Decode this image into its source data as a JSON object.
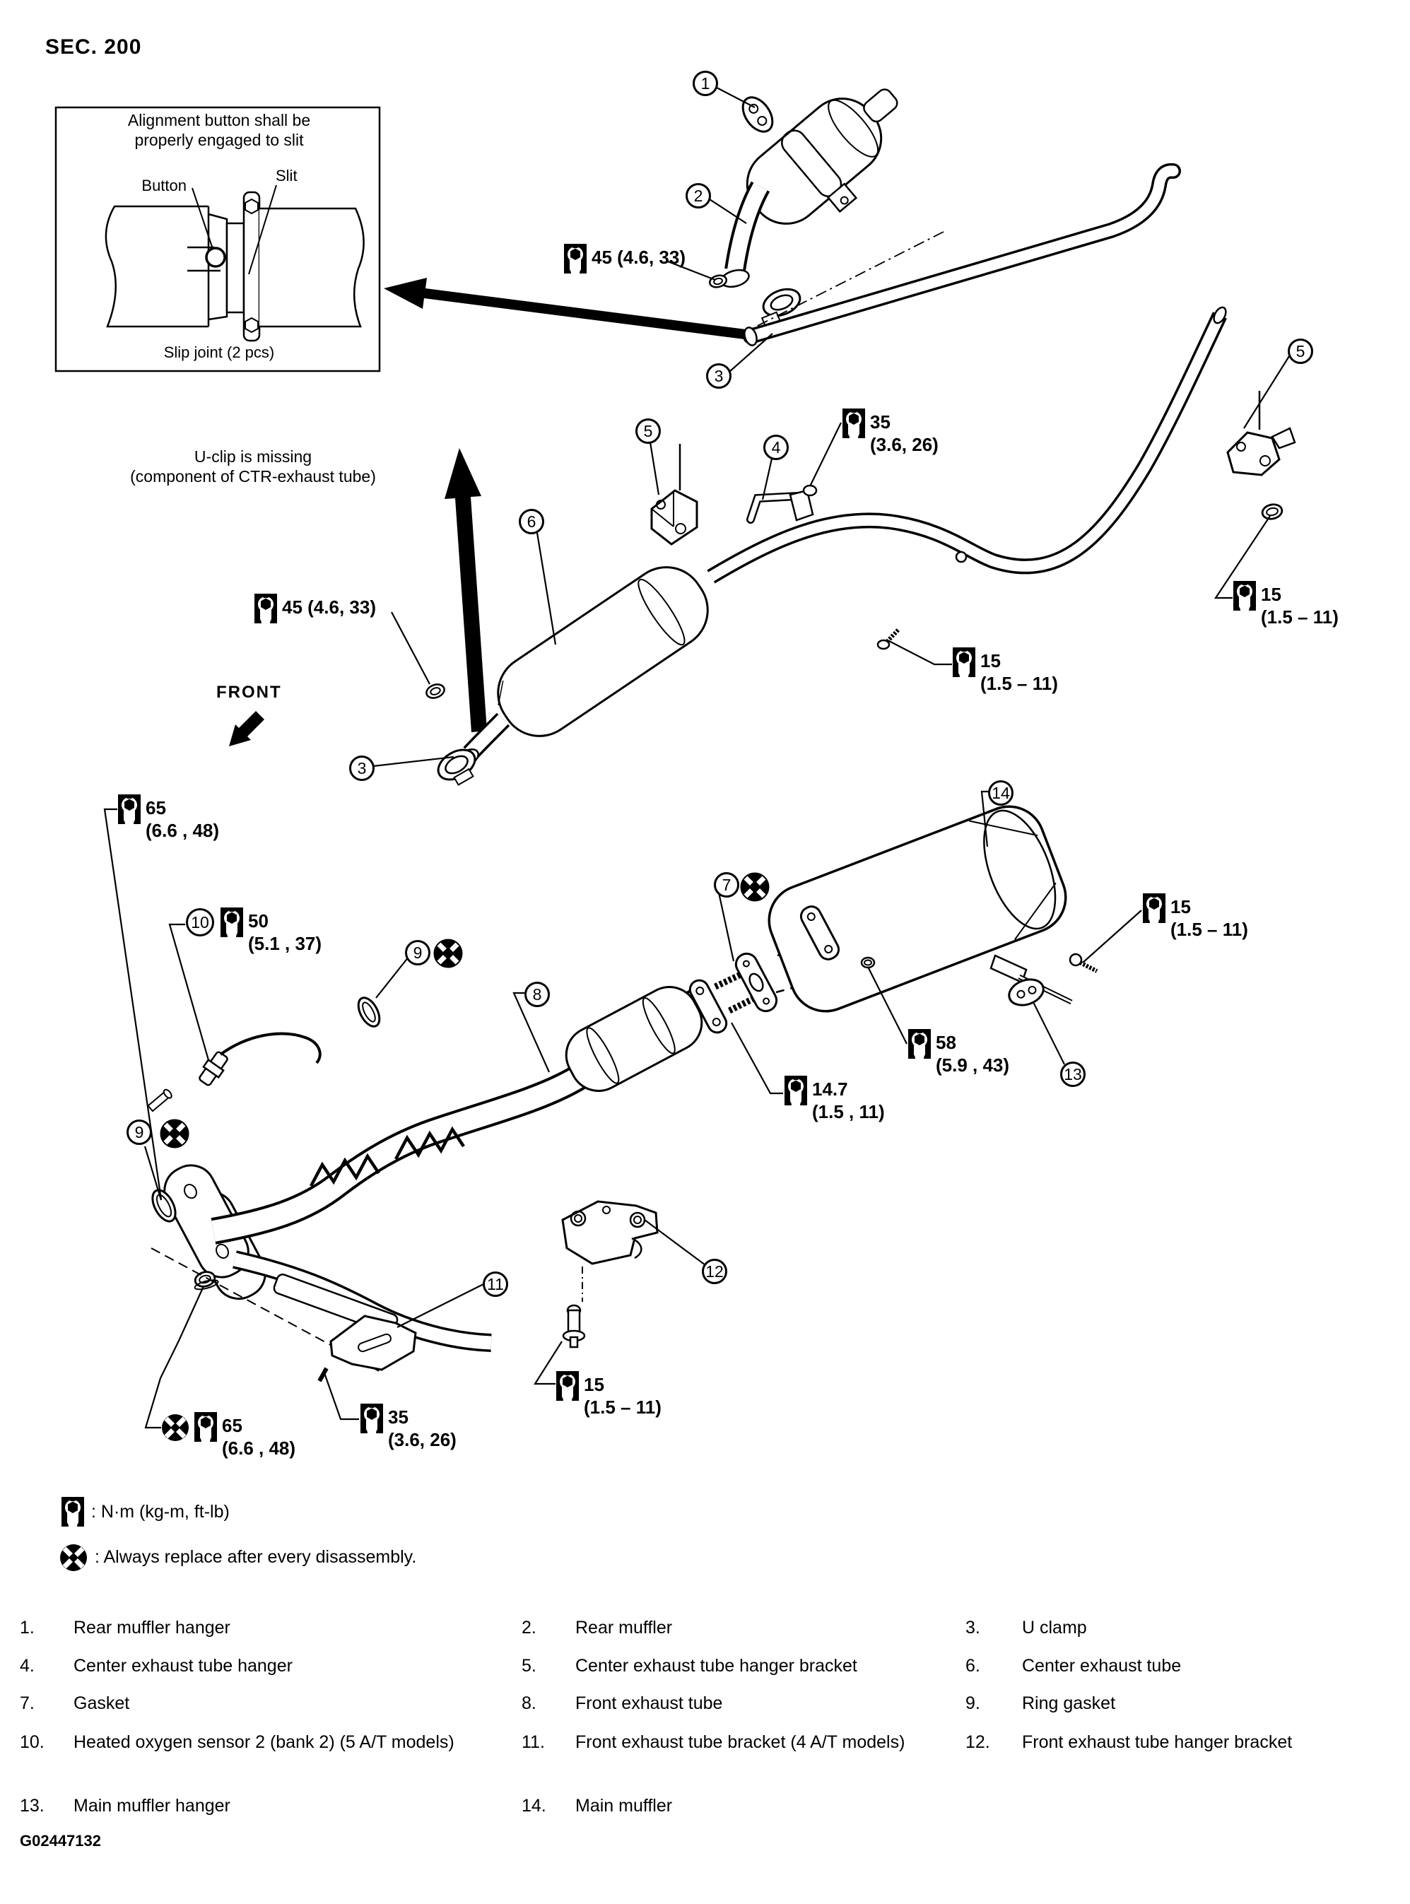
{
  "page": {
    "sec_title": "SEC. 200",
    "front_label": "FRONT",
    "figure_id": "G02447132"
  },
  "inset": {
    "note_line1": "Alignment button shall be",
    "note_line2": "properly engaged to slit",
    "button_label": "Button",
    "slit_label": "Slit",
    "caption": "Slip joint (2 pcs)",
    "below_line1": "U-clip is missing",
    "below_line2": "(component of CTR-exhaust tube)"
  },
  "legend": [
    {
      "icon": "wrench-icon",
      "text": ": N·m (kg-m, ft-lb)"
    },
    {
      "icon": "x-icon",
      "text": ": Always replace after every disassembly."
    }
  ],
  "callouts": [
    {
      "n": "1"
    },
    {
      "n": "2"
    },
    {
      "n": "3"
    },
    {
      "n": "4"
    },
    {
      "n": "5"
    },
    {
      "n": "5"
    },
    {
      "n": "3"
    },
    {
      "n": "6"
    },
    {
      "n": "7"
    },
    {
      "n": "8"
    },
    {
      "n": "9"
    },
    {
      "n": "10"
    },
    {
      "n": "9"
    },
    {
      "n": "11"
    },
    {
      "n": "12"
    },
    {
      "n": "13"
    },
    {
      "n": "14"
    }
  ],
  "torques": [
    {
      "line1": "45 (4.6, 33)",
      "line2": ""
    },
    {
      "line1": "35",
      "line2": "(3.6, 26)"
    },
    {
      "line1": "15",
      "line2": "(1.5 – 11)"
    },
    {
      "line1": "15",
      "line2": "(1.5 – 11)"
    },
    {
      "line1": "45 (4.6, 33)",
      "line2": ""
    },
    {
      "line1": "65",
      "line2": "(6.6 , 48)"
    },
    {
      "line1": "50",
      "line2": "(5.1 , 37)"
    },
    {
      "line1": "58",
      "line2": "(5.9 , 43)"
    },
    {
      "line1": "14.7",
      "line2": "(1.5 , 11)"
    },
    {
      "line1": "15",
      "line2": "(1.5 – 11)"
    },
    {
      "line1": "15",
      "line2": "(1.5 – 11)"
    },
    {
      "line1": "65",
      "line2": "(6.6 , 48)"
    },
    {
      "line1": "35",
      "line2": "(3.6, 26)"
    }
  ],
  "parts": [
    {
      "num": "1.",
      "label": "Rear muffler hanger"
    },
    {
      "num": "2.",
      "label": "Rear muffler"
    },
    {
      "num": "3.",
      "label": "U clamp"
    },
    {
      "num": "4.",
      "label": "Center exhaust tube hanger"
    },
    {
      "num": "5.",
      "label": "Center exhaust tube hanger bracket"
    },
    {
      "num": "6.",
      "label": "Center exhaust tube"
    },
    {
      "num": "7.",
      "label": "Gasket"
    },
    {
      "num": "8.",
      "label": "Front exhaust tube"
    },
    {
      "num": "9.",
      "label": "Ring gasket"
    },
    {
      "num": "10.",
      "label": "Heated oxygen sensor 2 (bank 2) (5 A/T models)"
    },
    {
      "num": "11.",
      "label": "Front exhaust tube bracket (4 A/T models)"
    },
    {
      "num": "12.",
      "label": "Front exhaust tube hanger bracket"
    },
    {
      "num": "13.",
      "label": "Main muffler hanger"
    },
    {
      "num": "14.",
      "label": "Main muffler"
    }
  ]
}
